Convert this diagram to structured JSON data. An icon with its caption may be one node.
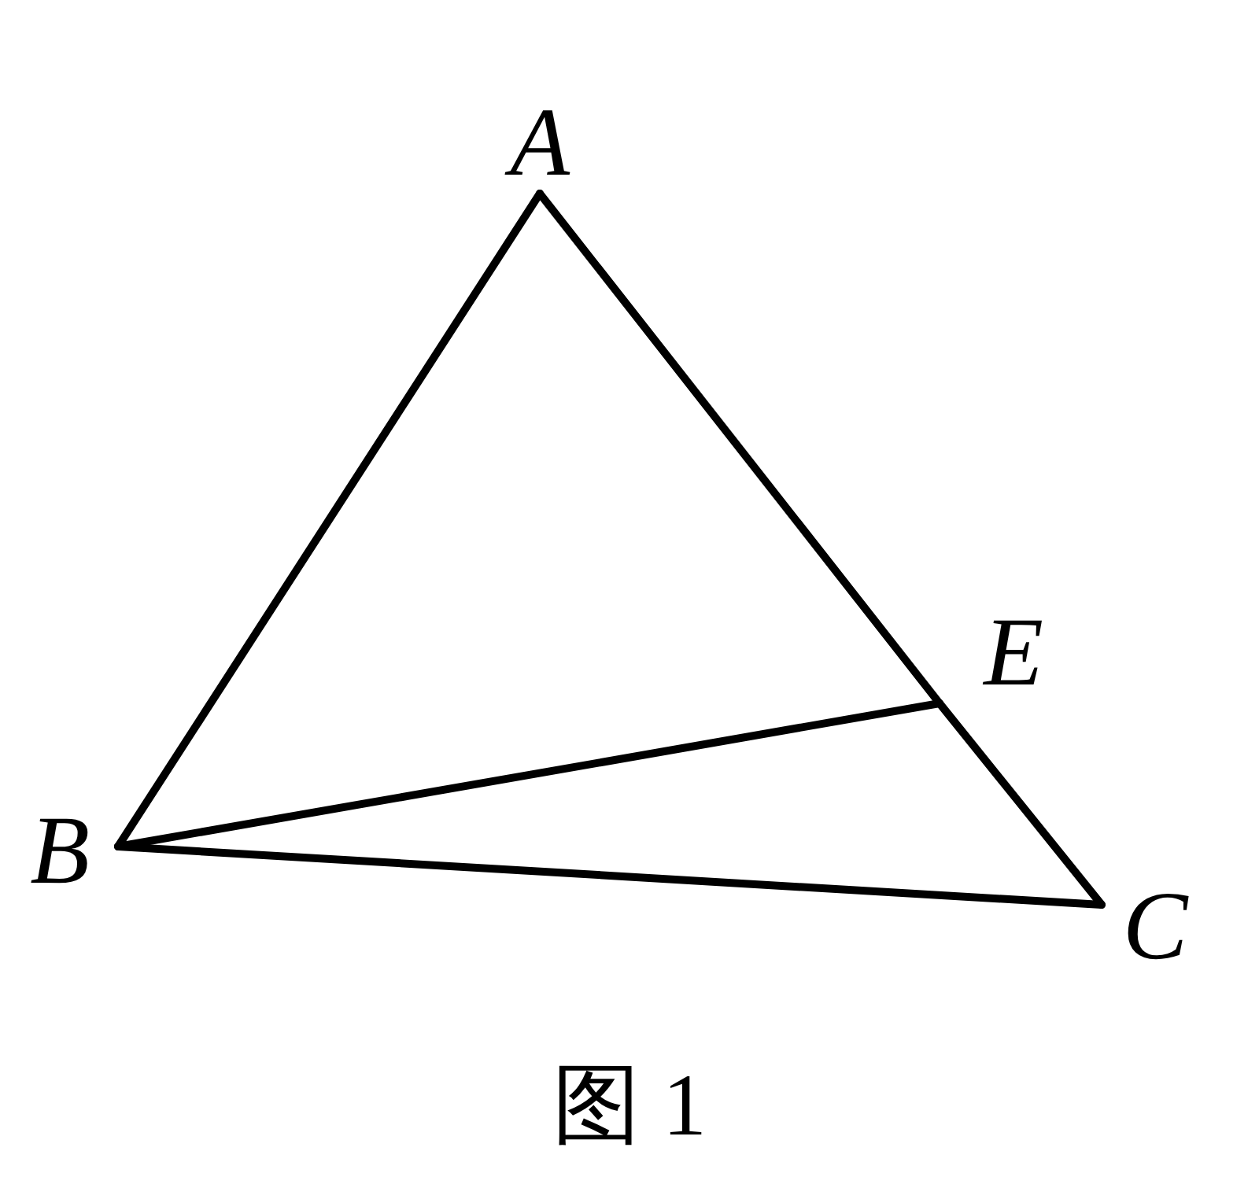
{
  "diagram": {
    "caption": "图 1",
    "nodes": [
      {
        "text": [
          "A"
        ]
      },
      {
        "text": [
          "B"
        ]
      },
      {
        "text": [
          "E"
        ]
      },
      {
        "text": [
          "C"
        ]
      }
    ],
    "edges": [
      {
        "from": 0,
        "to": 1,
        "arrow": "none"
      },
      {
        "from": 0,
        "to": 2,
        "arrow": "none"
      },
      {
        "from": 2,
        "to": 3,
        "arrow": "none"
      },
      {
        "from": 1,
        "to": 2,
        "arrow": "none"
      },
      {
        "from": 1,
        "to": 3,
        "arrow": "none"
      }
    ]
  }
}
